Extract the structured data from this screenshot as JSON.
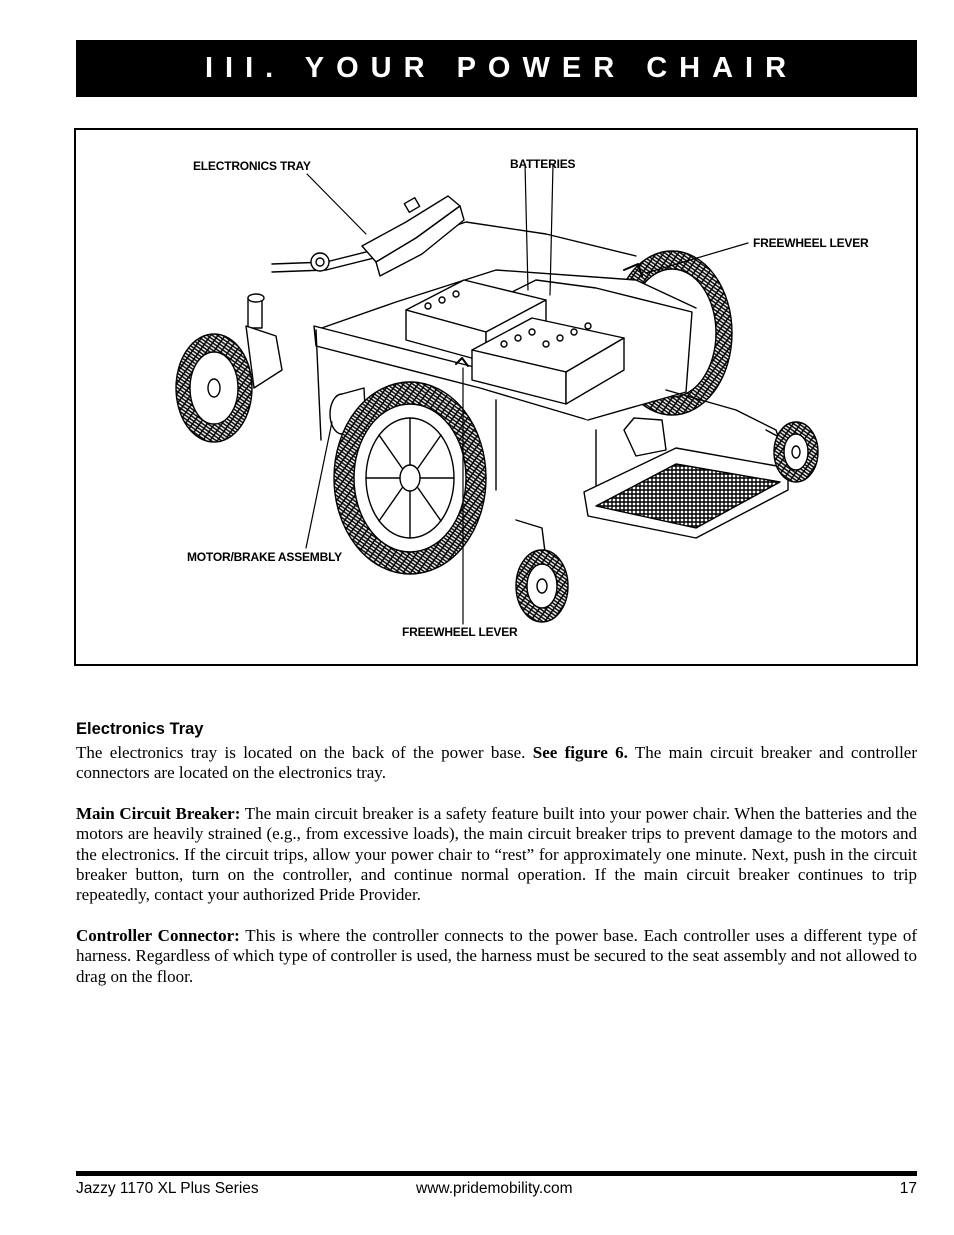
{
  "header": {
    "title": "III. YOUR POWER CHAIR"
  },
  "figure": {
    "callouts": {
      "electronics_tray": "ELECTRONICS TRAY",
      "batteries": "BATTERIES",
      "freewheel_lever_right": "FREEWHEEL LEVER",
      "motor_brake_assembly": "MOTOR/BRAKE ASSEMBLY",
      "freewheel_lever_bottom": "FREEWHEEL LEVER"
    }
  },
  "section": {
    "title": "Electronics Tray",
    "p1": {
      "text_a": "The electronics tray is located on the back of the power base. ",
      "bold": "See figure 6.",
      "text_b": " The main circuit breaker and controller connectors are located on the electronics tray."
    },
    "p2": {
      "bold": "Main Circuit Breaker:",
      "text": " The main circuit breaker is a safety feature built into your power chair. When the batteries and the motors are heavily strained (e.g., from excessive loads), the main circuit breaker trips to prevent damage to the motors and the electronics. If the circuit trips, allow your power chair to “rest” for approximately one minute. Next, push in the circuit breaker button, turn on the controller, and continue normal operation. If the main circuit breaker continues to trip repeatedly, contact your authorized Pride Provider."
    },
    "p3": {
      "bold": "Controller Connector:",
      "text": " This is where the controller connects to the power base. Each controller uses a different type of harness. Regardless of which type of controller is used, the harness must be secured to the seat assembly and not allowed to drag on the floor."
    }
  },
  "footer": {
    "left": "Jazzy 1170 XL Plus Series",
    "center": "www.pridemobility.com",
    "page_number": "17"
  }
}
